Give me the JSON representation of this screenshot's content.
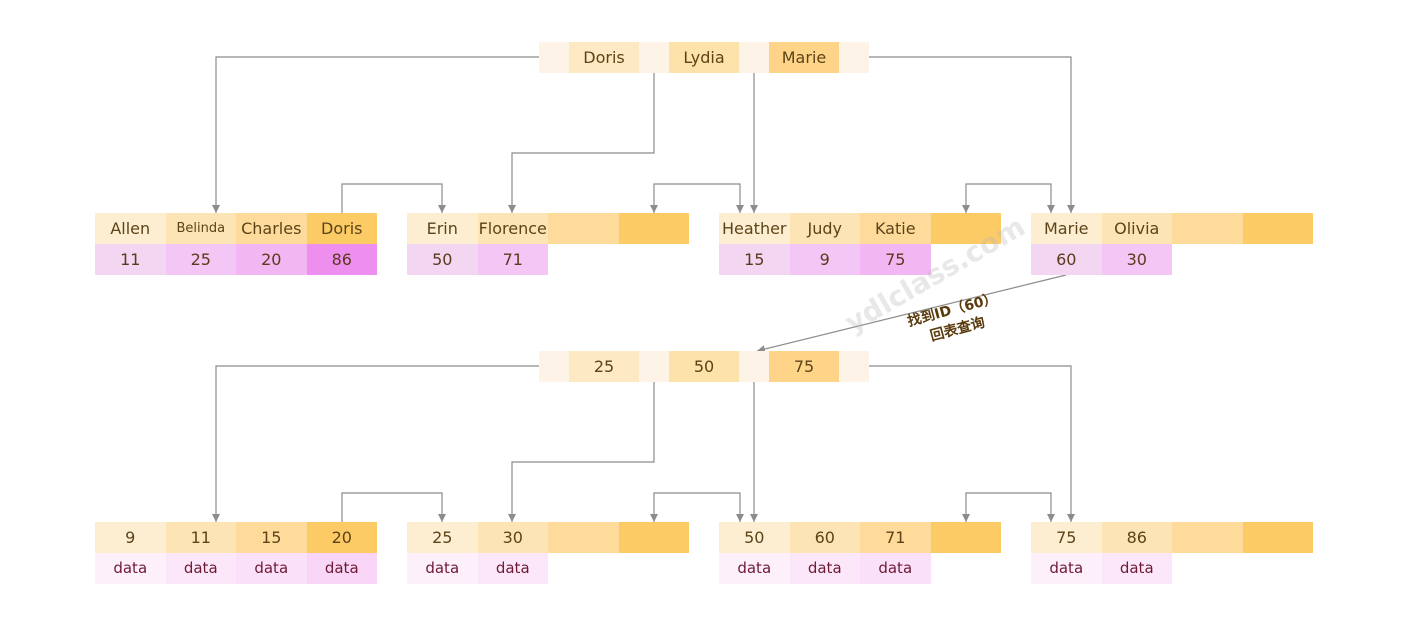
{
  "name_index": {
    "root": {
      "keys": [
        "Doris",
        "Lydia",
        "Marie"
      ]
    },
    "leaves": [
      {
        "keys": [
          "Allen",
          "Belinda",
          "Charles",
          "Doris"
        ],
        "values": [
          "11",
          "25",
          "20",
          "86"
        ]
      },
      {
        "keys": [
          "Erin",
          "Florence"
        ],
        "values": [
          "50",
          "71"
        ]
      },
      {
        "keys": [
          "Heather",
          "Judy",
          "Katie"
        ],
        "values": [
          "15",
          "9",
          "75"
        ]
      },
      {
        "keys": [
          "Marie",
          "Olivia"
        ],
        "values": [
          "60",
          "30"
        ]
      }
    ]
  },
  "id_index": {
    "root": {
      "keys": [
        "25",
        "50",
        "75"
      ]
    },
    "leaves": [
      {
        "keys": [
          "9",
          "11",
          "15",
          "20"
        ],
        "values": [
          "data",
          "data",
          "data",
          "data"
        ]
      },
      {
        "keys": [
          "25",
          "30"
        ],
        "values": [
          "data",
          "data"
        ]
      },
      {
        "keys": [
          "50",
          "60",
          "71"
        ],
        "values": [
          "data",
          "data",
          "data"
        ]
      },
      {
        "keys": [
          "75",
          "86"
        ],
        "values": [
          "data",
          "data"
        ]
      }
    ]
  },
  "annotation": {
    "line1": "找到ID（60）",
    "line2": "回表查询"
  },
  "watermark": "ydlclass.com",
  "colors": {
    "line": "#8c8c8c",
    "root_pointer": "#fef3e7",
    "root_keys": [
      "#fde9c3",
      "#fde2aa",
      "#fdd488"
    ],
    "leaf_keys": [
      "#fdeed2",
      "#fde4b4",
      "#fedb9b",
      "#fdcb66"
    ],
    "ids": [
      "#f2d6f2",
      "#f3c6f5",
      "#f2b6f2",
      "#ee8eee"
    ],
    "data": [
      "#fdf0fb",
      "#fce7fa",
      "#fbe0f9",
      "#f9d5f7"
    ]
  }
}
